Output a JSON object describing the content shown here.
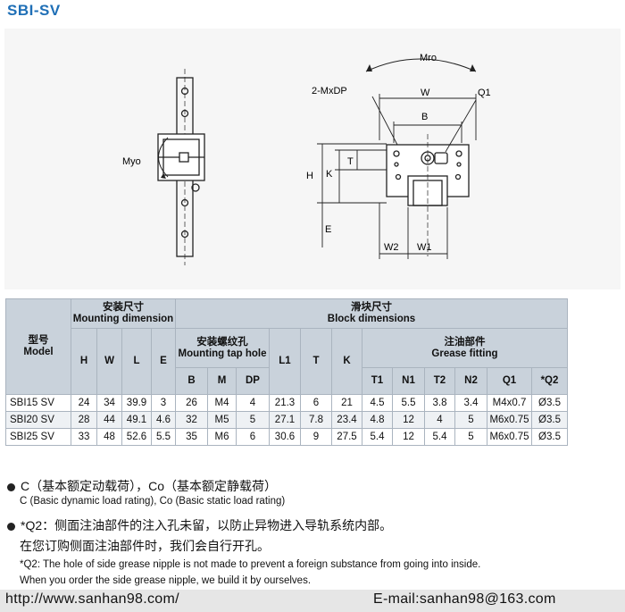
{
  "header": {
    "title": "SBI-SV"
  },
  "drawing": {
    "labels": {
      "myo": "Myo",
      "mro": "Mro",
      "mxdp": "2-MxDP",
      "w": "W",
      "q1": "Q1",
      "b": "B",
      "t": "T",
      "h": "H",
      "k": "K",
      "e": "E",
      "w2": "W2",
      "w1": "W1"
    }
  },
  "table": {
    "model_zh": "型号",
    "model_en": "Model",
    "mounting_zh": "安装尺寸",
    "mounting_en": "Mounting dimension",
    "block_zh": "滑块尺寸",
    "block_en": "Block dimensions",
    "tap_zh": "安装螺纹孔",
    "tap_en": "Mounting tap hole",
    "grease_zh": "注油部件",
    "grease_en": "Grease fitting",
    "col_h": "H",
    "col_w": "W",
    "col_l": "L",
    "col_e": "E",
    "col_b": "B",
    "col_m": "M",
    "col_dp": "DP",
    "col_l1": "L1",
    "col_t": "T",
    "col_k": "K",
    "col_t1": "T1",
    "col_n1": "N1",
    "col_t2": "T2",
    "col_n2": "N2",
    "col_q1": "Q1",
    "col_q2": "*Q2",
    "rows": [
      {
        "model": "SBI15 SV",
        "H": "24",
        "W": "34",
        "L": "39.9",
        "E": "3",
        "B": "26",
        "M": "M4",
        "DP": "4",
        "L1": "21.3",
        "T": "6",
        "K": "21",
        "T1": "4.5",
        "N1": "5.5",
        "T2": "3.8",
        "N2": "3.4",
        "Q1": "M4x0.7",
        "Q2": "Ø3.5"
      },
      {
        "model": "SBI20 SV",
        "H": "28",
        "W": "44",
        "L": "49.1",
        "E": "4.6",
        "B": "32",
        "M": "M5",
        "DP": "5",
        "L1": "27.1",
        "T": "7.8",
        "K": "23.4",
        "T1": "4.8",
        "N1": "12",
        "T2": "4",
        "N2": "5",
        "Q1": "M6x0.75",
        "Q2": "Ø3.5"
      },
      {
        "model": "SBI25 SV",
        "H": "33",
        "W": "48",
        "L": "52.6",
        "E": "5.5",
        "B": "35",
        "M": "M6",
        "DP": "6",
        "L1": "30.6",
        "T": "9",
        "K": "27.5",
        "T1": "5.4",
        "N1": "12",
        "T2": "5.4",
        "N2": "5",
        "Q1": "M6x0.75",
        "Q2": "Ø3.5"
      }
    ]
  },
  "notes": {
    "load_zh": "C（基本额定动载荷），Co（基本额定静载荷）",
    "load_en": "C (Basic dynamic load rating), Co (Basic static load rating)",
    "q2_zh_1": "*Q2：侧面注油部件的注入孔未留，以防止异物进入导轨系统内部。",
    "q2_zh_2": "在您订购侧面注油部件时，我们会自行开孔。",
    "q2_en_1": "*Q2: The hole of side grease nipple is not made to prevent a foreign substance from going into inside.",
    "q2_en_2": "When you order the side grease nipple, we build it by ourselves."
  },
  "footer": {
    "url": "http://www.sanhan98.com/",
    "email": "E-mail:sanhan98@163.com"
  }
}
